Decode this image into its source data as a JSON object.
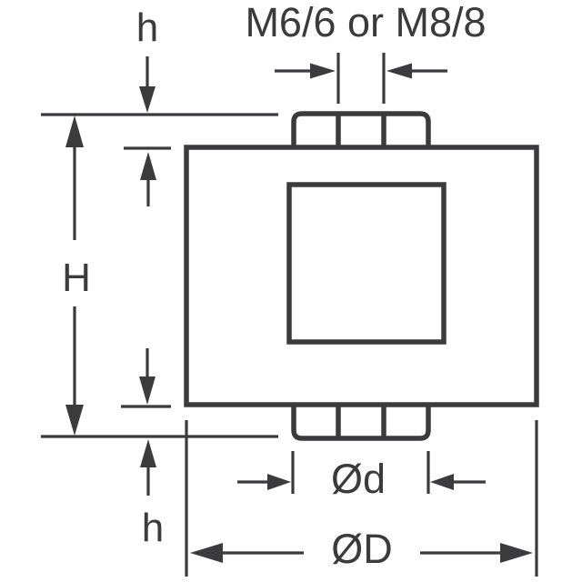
{
  "drawing": {
    "kind": "technical-dimension-drawing",
    "line_color": "#3b3b3d",
    "background_color": "#ffffff",
    "labels": {
      "thread_spec": "M6/6 or M8/8",
      "top_stud_height": "h",
      "overall_height": "H",
      "bottom_stud_height": "h",
      "stud_diameter": "Ød",
      "body_diameter": "ØD"
    }
  }
}
